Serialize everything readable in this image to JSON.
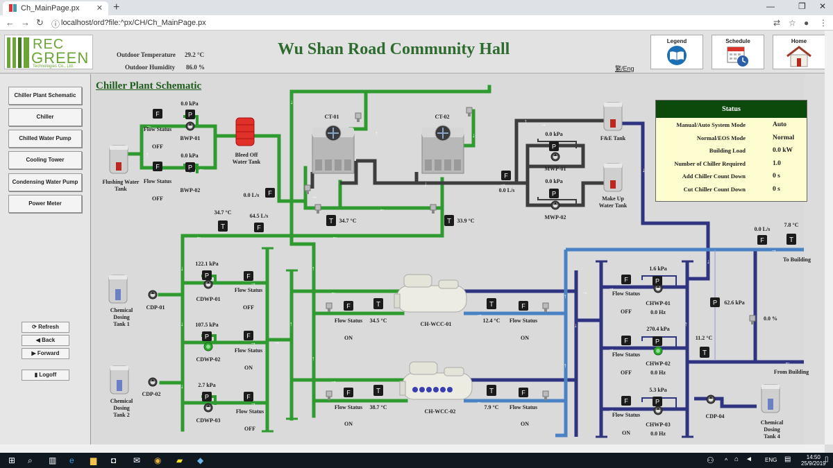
{
  "browser": {
    "tab_title": "Ch_MainPage.px",
    "url": "localhost/ord?file:^px/CH/Ch_MainPage.px"
  },
  "header": {
    "logo_text_1": "REC",
    "logo_text_2": "GREEN",
    "logo_text_3": "Technologies Co., Ltd.",
    "outdoor_temp_label": "Outdoor Temperature",
    "outdoor_temp_value": "29.2 °C",
    "outdoor_humidity_label": "Outdoor Humidity",
    "outdoor_humidity_value": "86.0 %",
    "title": "Wu Shan Road Community Hall",
    "lang_toggle": "繁/Eng",
    "buttons": {
      "legend": "Legend",
      "schedule": "Schedule",
      "home": "Home"
    }
  },
  "sidebar": {
    "items": [
      "Chiller Plant Schematic",
      "Chiller",
      "Chilled Water Pump",
      "Cooling Tower",
      "Condensing Water Pump",
      "Power Meter"
    ],
    "refresh": "Refresh",
    "back": "Back",
    "forward": "Forward",
    "logoff": "Logoff"
  },
  "page_heading": "Chiller Plant Schematic",
  "status": {
    "title": "Status",
    "rows": [
      {
        "label": "Manual/Auto System Mode",
        "value": "Auto"
      },
      {
        "label": "Normal/EOS Mode",
        "value": "Normal"
      },
      {
        "label": "Building Load",
        "value": "0.0 kW"
      },
      {
        "label": "Number of Chiller Required",
        "value": "1.0"
      },
      {
        "label": "Add Chiller Count Down",
        "value": "0 s"
      },
      {
        "label": "Cut Chiller Count Down",
        "value": "0 s"
      }
    ]
  },
  "schematic": {
    "flushing_tank": "Flushing Water Tank",
    "bleed_off_tank": "Bleed Off Water Tank",
    "bwp01": {
      "name": "BWP-01",
      "pressure": "0.0 kPa",
      "flow_label": "Flow Status",
      "flow": "OFF"
    },
    "bwp02": {
      "name": "BWP-02",
      "pressure": "0.0 kPa",
      "flow_label": "Flow Status",
      "flow": "OFF"
    },
    "ct01": "CT-01",
    "ct02": "CT-02",
    "fe_tank": "F&E Tank",
    "makeup_tank": "Make Up Water Tank",
    "mwp01": {
      "name": "MWP-01",
      "pressure": "0.0 kPa"
    },
    "mwp02": {
      "name": "MWP-02",
      "pressure": "0.0 kPa"
    },
    "makeup_flow": "0.0 L/s",
    "ct_flow": "0.0 L/s",
    "ct_return_temp": "34.7 °C",
    "ct_supply_temp": "33.9 °C",
    "cdw_temp": "34.7 °C",
    "cdw_flow": "64.5 L/s",
    "cdwp01": {
      "name": "CDWP-01",
      "pressure": "122.1 kPa",
      "flow_label": "Flow Status",
      "flow": "OFF"
    },
    "cdwp02": {
      "name": "CDWP-02",
      "pressure": "107.5 kPa",
      "flow_label": "Flow Status",
      "flow": "ON"
    },
    "cdwp03": {
      "name": "CDWP-03",
      "pressure": "2.7 kPa",
      "flow_label": "Flow Status",
      "flow": "OFF"
    },
    "cdp01": "CDP-01",
    "cdp02": "CDP-02",
    "cdp04": "CDP-04",
    "dosing1": "Chemical Dosing Tank 1",
    "dosing2": "Chemical Dosing Tank 2",
    "dosing4": "Chemical Dosing Tank 4",
    "chwcc01": {
      "name": "CH-WCC-01",
      "cd_flow_label": "Flow Status",
      "cd_flow": "ON",
      "cd_temp": "34.5 °C",
      "chw_temp": "12.4 °C",
      "chw_flow_label": "Flow Status",
      "chw_flow": "ON"
    },
    "chwcc02": {
      "name": "CH-WCC-02",
      "cd_flow_label": "Flow Status",
      "cd_flow": "ON",
      "cd_temp": "38.7 °C",
      "chw_temp": "7.9 °C",
      "chw_flow_label": "Flow Status",
      "chw_flow": "ON"
    },
    "chwp01": {
      "name": "CHWP-01",
      "pressure": "1.6 kPa",
      "flow_label": "Flow Status",
      "flow": "OFF",
      "freq": "0.0 Hz"
    },
    "chwp02": {
      "name": "CHWP-02",
      "pressure": "270.4 kPa",
      "flow_label": "Flow Status",
      "flow": "OFF",
      "freq": "0.0 Hz"
    },
    "chwp03": {
      "name": "CHWP-03",
      "pressure": "5.3 kPa",
      "flow_label": "Flow Status",
      "flow": "ON",
      "freq": "0.0 Hz"
    },
    "to_building": "To Building",
    "from_building": "From Building",
    "bldg_flow": "0.0 L/s",
    "bldg_supply_temp": "7.8 °C",
    "bldg_return_temp": "11.2 °C",
    "dp_pressure": "62.6 kPa",
    "bypass_pct": "0.0 %"
  },
  "taskbar": {
    "lang": "ENG",
    "time": "14:50",
    "date": "25/9/2019"
  }
}
